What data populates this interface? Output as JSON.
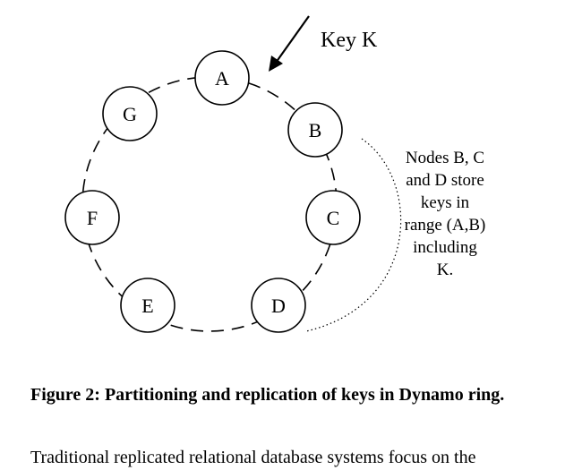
{
  "figure": {
    "key_label": "Key K",
    "nodes": [
      "A",
      "B",
      "C",
      "D",
      "E",
      "F",
      "G"
    ],
    "note_lines": [
      "Nodes B, C",
      "and D store",
      "keys in",
      "range (A,B)",
      "including",
      "K."
    ]
  },
  "caption": "Figure 2: Partitioning and replication of keys in Dynamo ring.",
  "body_text": "Traditional replicated relational database systems focus on the"
}
